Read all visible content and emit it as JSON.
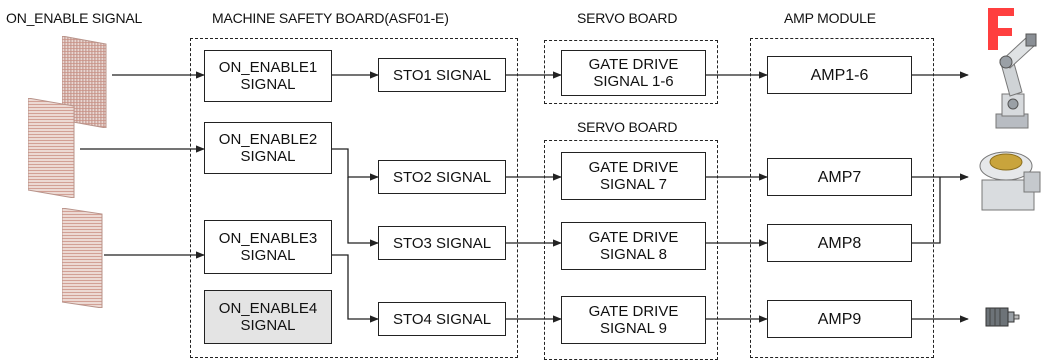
{
  "headers": {
    "on_enable": "ON_ENABLE SIGNAL",
    "safety_board": "MACHINE SAFETY BOARD(ASF01-E)",
    "servo_board_1": "SERVO BOARD",
    "servo_board_2": "SERVO BOARD",
    "amp_module": "AMP MODULE"
  },
  "on_enable_boxes": [
    {
      "line1": "ON_ENABLE1",
      "line2": "SIGNAL"
    },
    {
      "line1": "ON_ENABLE2",
      "line2": "SIGNAL"
    },
    {
      "line1": "ON_ENABLE3",
      "line2": "SIGNAL"
    },
    {
      "line1": "ON_ENABLE4",
      "line2": "SIGNAL"
    }
  ],
  "sto_boxes": [
    "STO1 SIGNAL",
    "STO2 SIGNAL",
    "STO3 SIGNAL",
    "STO4 SIGNAL"
  ],
  "gate_drive_boxes": [
    {
      "line1": "GATE DRIVE",
      "line2": "SIGNAL 1-6"
    },
    {
      "line1": "GATE DRIVE",
      "line2": "SIGNAL 7"
    },
    {
      "line1": "GATE DRIVE",
      "line2": "SIGNAL 8"
    },
    {
      "line1": "GATE DRIVE",
      "line2": "SIGNAL 9"
    }
  ],
  "amp_boxes": [
    "AMP1-6",
    "AMP7",
    "AMP8",
    "AMP9"
  ],
  "colors": {
    "line": "#222222",
    "disabled_box": "#e4e4e4",
    "curtain_stripe": "#d9a89c",
    "watermark": "#ff2a2a"
  }
}
